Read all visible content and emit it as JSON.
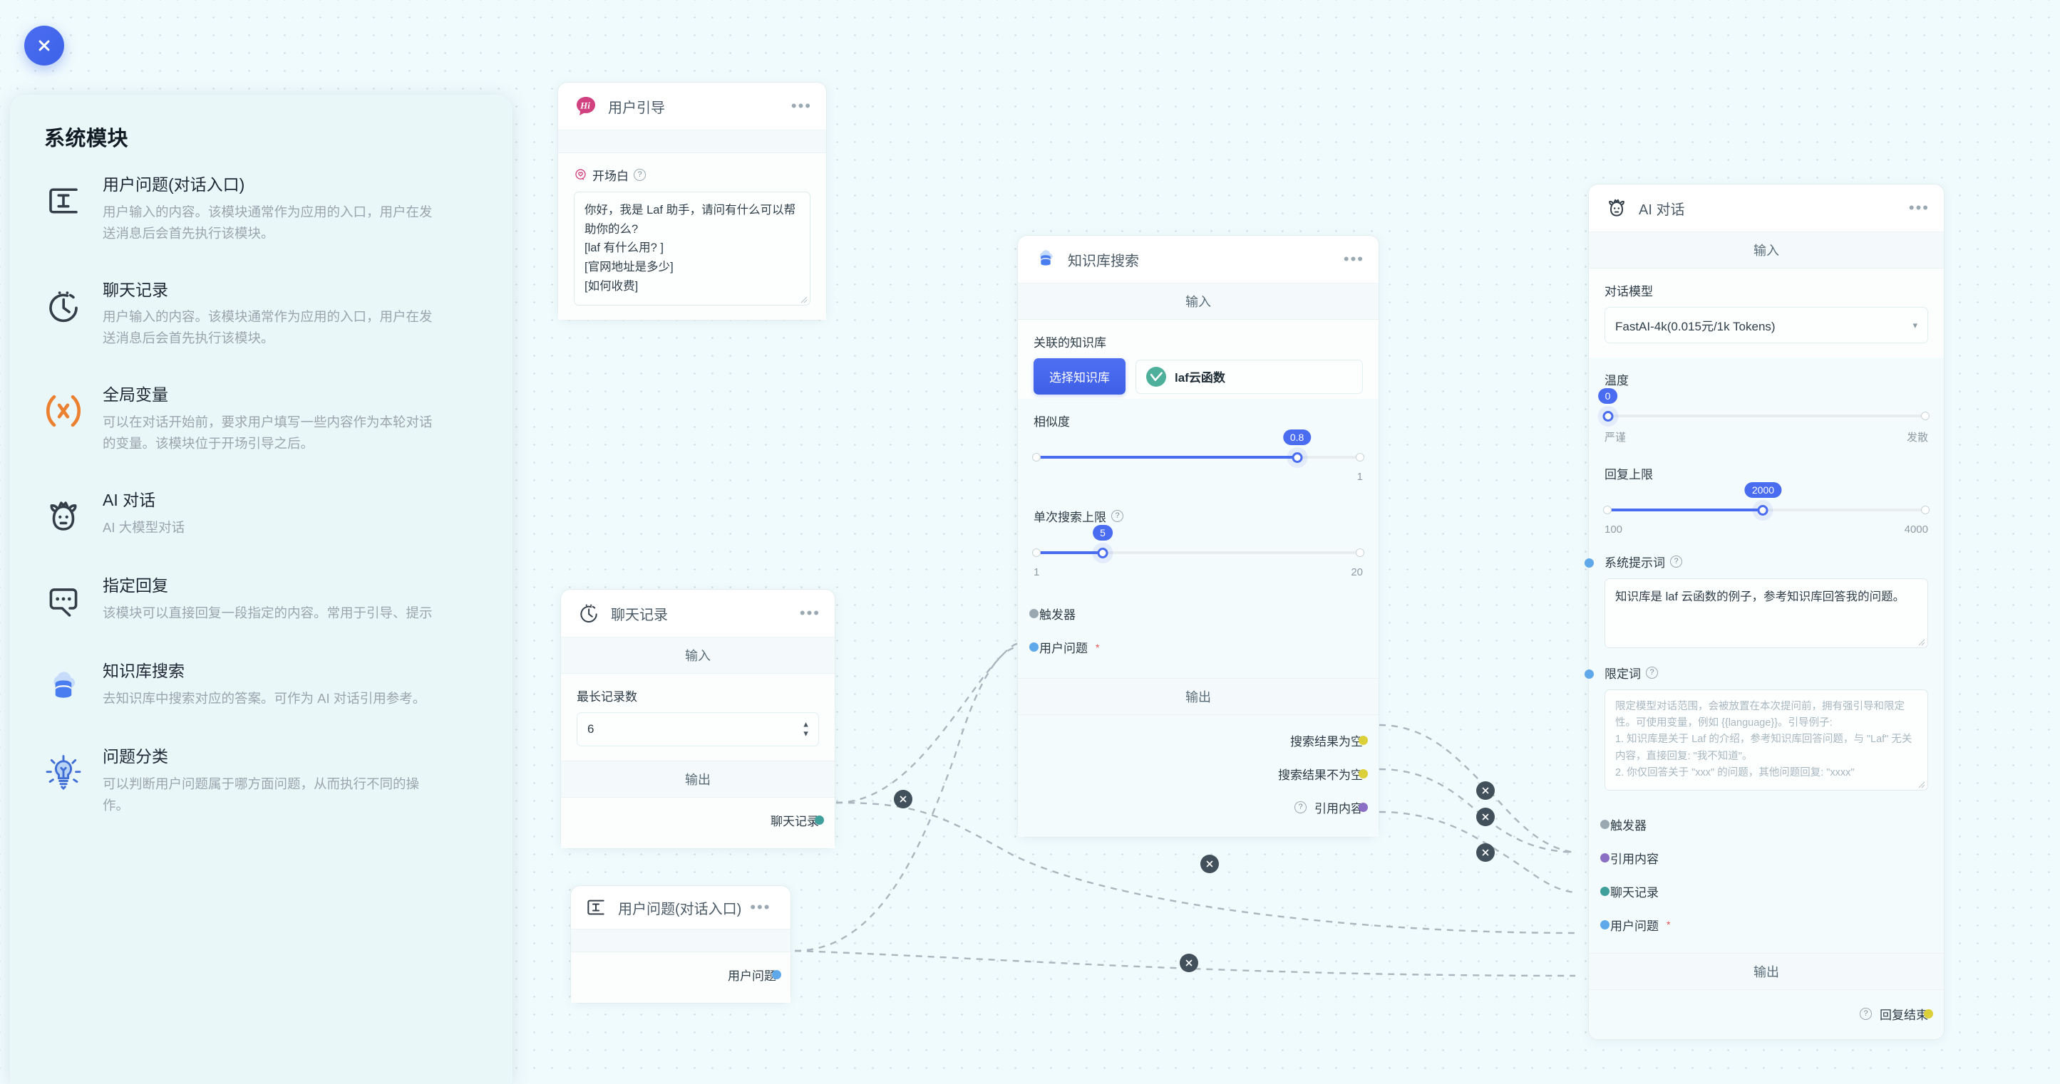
{
  "sidebar": {
    "title": "系统模块",
    "close_icon": "close-icon",
    "items": [
      {
        "icon": "text-input-icon",
        "title": "用户问题(对话入口)",
        "desc": "用户输入的内容。该模块通常作为应用的入口，用户在发送消息后会首先执行该模块。"
      },
      {
        "icon": "clock-icon",
        "title": "聊天记录",
        "desc": "用户输入的内容。该模块通常作为应用的入口，用户在发送消息后会首先执行该模块。"
      },
      {
        "icon": "variable-x-icon",
        "title": "全局变量",
        "desc": "可以在对话开始前，要求用户填写一些内容作为本轮对话的变量。该模块位于开场引导之后。"
      },
      {
        "icon": "robot-icon",
        "title": "AI 对话",
        "desc": "AI 大模型对话"
      },
      {
        "icon": "chat-bubble-icon",
        "title": "指定回复",
        "desc": "该模块可以直接回复一段指定的内容。常用于引导、提示"
      },
      {
        "icon": "database-cloud-icon",
        "title": "知识库搜索",
        "desc": "去知识库中搜索对应的答案。可作为 AI 对话引用参考。"
      },
      {
        "icon": "lightbulb-icon",
        "title": "问题分类",
        "desc": "可以判断用户问题属于哪方面问题，从而执行不同的操作。"
      }
    ]
  },
  "nodes": {
    "guide": {
      "icon": "hi-bubble-icon",
      "title": "用户引导",
      "more": "•••",
      "field_label": "开场白",
      "help_icon": "question-icon",
      "value": "你好，我是 Laf 助手，请问有什么可以帮助你的么?\n[laf 有什么用? ]\n[官网地址是多少]\n[如何收费]"
    },
    "history": {
      "icon": "clock-icon",
      "title": "聊天记录",
      "more": "•••",
      "input_label": "输入",
      "output_label": "输出",
      "max_records_label": "最长记录数",
      "max_records_value": "6",
      "output_port": "聊天记录"
    },
    "question": {
      "icon": "text-input-icon",
      "title": "用户问题(对话入口)",
      "more": "•••",
      "output_port": "用户问题"
    },
    "dataset": {
      "icon": "database-cloud-icon",
      "title": "知识库搜索",
      "more": "•••",
      "input_label": "输入",
      "output_label": "输出",
      "linked_dataset_label": "关联的知识库",
      "select_dataset_button": "选择知识库",
      "dataset_tag": "laf云函数",
      "similarity_label": "相似度",
      "similarity_value": "0.8",
      "similarity_min": "",
      "similarity_max": "1",
      "similarity_pct": 80,
      "limit_label": "单次搜索上限",
      "limit_value": "5",
      "limit_min": "1",
      "limit_max": "20",
      "limit_pct": 21,
      "in_ports": [
        {
          "name": "触发器",
          "color": "gray",
          "required": false
        },
        {
          "name": "用户问题",
          "color": "blue",
          "required": true
        }
      ],
      "out_ports": [
        {
          "name": "搜索结果为空",
          "color": "yellow",
          "help": false
        },
        {
          "name": "搜索结果不为空",
          "color": "yellow",
          "help": false
        },
        {
          "name": "引用内容",
          "color": "purple",
          "help": true
        }
      ]
    },
    "ai": {
      "icon": "robot-icon",
      "title": "AI 对话",
      "more": "•••",
      "input_label": "输入",
      "output_label": "输出",
      "model_label": "对话模型",
      "model_value": "FastAI-4k(0.015元/1k Tokens)",
      "temperature_label": "温度",
      "temperature_value": "0",
      "temperature_min": "严谨",
      "temperature_max": "发散",
      "temperature_pct": 0,
      "max_tokens_label": "回复上限",
      "max_tokens_value": "2000",
      "max_tokens_min": "100",
      "max_tokens_max": "4000",
      "max_tokens_pct": 49,
      "system_prompt_label": "系统提示词",
      "system_prompt_value": "知识库是 laf 云函数的例子，参考知识库回答我的问题。",
      "qualifier_label": "限定词",
      "qualifier_placeholder": "限定模型对话范围，会被放置在本次提问前，拥有强引导和限定性。可使用变量，例如 {{language}}。引导例子:\n1. 知识库是关于 Laf 的介绍，参考知识库回答问题，与 \"Laf\" 无关内容，直接回复: \"我不知道\"。\n2. 你仅回答关于 \"xxx\" 的问题，其他问题回复: \"xxxx\"",
      "in_ports": [
        {
          "name": "触发器",
          "color": "gray",
          "required": false
        },
        {
          "name": "引用内容",
          "color": "purple",
          "required": false
        },
        {
          "name": "聊天记录",
          "color": "teal",
          "required": false
        },
        {
          "name": "用户问题",
          "color": "blue",
          "required": true
        }
      ],
      "out_ports": [
        {
          "name": "回复结束",
          "color": "yellow",
          "help": true
        }
      ]
    }
  },
  "edges": {
    "delete_icon": "close-circle-icon"
  }
}
